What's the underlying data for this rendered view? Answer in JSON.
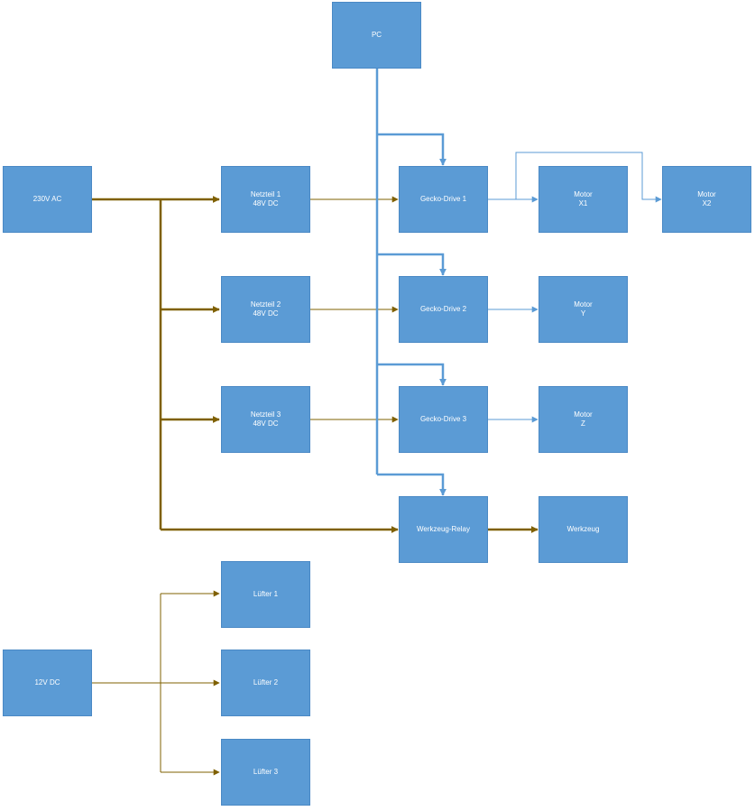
{
  "colors": {
    "box_fill": "#5b9bd5",
    "box_text": "#ffffff",
    "power_line": "#7f6000",
    "signal_line": "#5b9bd5"
  },
  "nodes": {
    "pc": "PC",
    "ac": "230V AC",
    "psu1": "Netzteil 1\n48V DC",
    "psu2": "Netzteil 2\n48V DC",
    "psu3": "Netzteil 3\n48V DC",
    "gd1": "Gecko-Drive 1",
    "gd2": "Gecko-Drive 2",
    "gd3": "Gecko-Drive 3",
    "relay": "Werkzeug-Relay",
    "motor_x1": "Motor\nX1",
    "motor_x2": "Motor\nX2",
    "motor_y": "Motor\nY",
    "motor_z": "Motor\nZ",
    "tool": "Werkzeug",
    "dc12": "12V DC",
    "fan1": "Lüfter 1",
    "fan2": "Lüfter 2",
    "fan3": "Lüfter 3"
  },
  "edges": [
    {
      "from": "ac",
      "to": "psu1",
      "kind": "power"
    },
    {
      "from": "ac",
      "to": "psu2",
      "kind": "power"
    },
    {
      "from": "ac",
      "to": "psu3",
      "kind": "power"
    },
    {
      "from": "ac",
      "to": "relay",
      "kind": "power"
    },
    {
      "from": "psu1",
      "to": "gd1",
      "kind": "power"
    },
    {
      "from": "psu2",
      "to": "gd2",
      "kind": "power"
    },
    {
      "from": "psu3",
      "to": "gd3",
      "kind": "power"
    },
    {
      "from": "relay",
      "to": "tool",
      "kind": "power"
    },
    {
      "from": "pc",
      "to": "gd1",
      "kind": "signal"
    },
    {
      "from": "pc",
      "to": "gd2",
      "kind": "signal"
    },
    {
      "from": "pc",
      "to": "gd3",
      "kind": "signal"
    },
    {
      "from": "pc",
      "to": "relay",
      "kind": "signal"
    },
    {
      "from": "gd1",
      "to": "motor_x1",
      "kind": "signal"
    },
    {
      "from": "gd1",
      "to": "motor_x2",
      "kind": "signal"
    },
    {
      "from": "gd2",
      "to": "motor_y",
      "kind": "signal"
    },
    {
      "from": "gd3",
      "to": "motor_z",
      "kind": "signal"
    },
    {
      "from": "dc12",
      "to": "fan1",
      "kind": "power"
    },
    {
      "from": "dc12",
      "to": "fan2",
      "kind": "power"
    },
    {
      "from": "dc12",
      "to": "fan3",
      "kind": "power"
    }
  ]
}
